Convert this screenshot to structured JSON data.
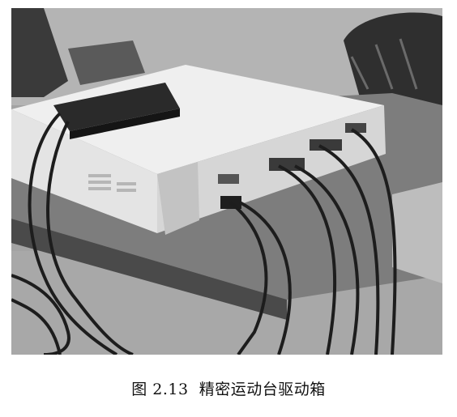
{
  "figure": {
    "caption_label": "图 2.13",
    "caption_title": "精密运动台驱动箱"
  },
  "photo": {
    "kind": "grayscale photograph",
    "colors": {
      "background": "#9a9a9a",
      "table": "#7d7d7d",
      "table_edge": "#4a4a4a",
      "box_top": "#ececec",
      "box_front": "#d8d8d8",
      "box_side": "#c7c7c7",
      "device": "#2a2a2a",
      "cables": "#1d1d1d"
    }
  }
}
